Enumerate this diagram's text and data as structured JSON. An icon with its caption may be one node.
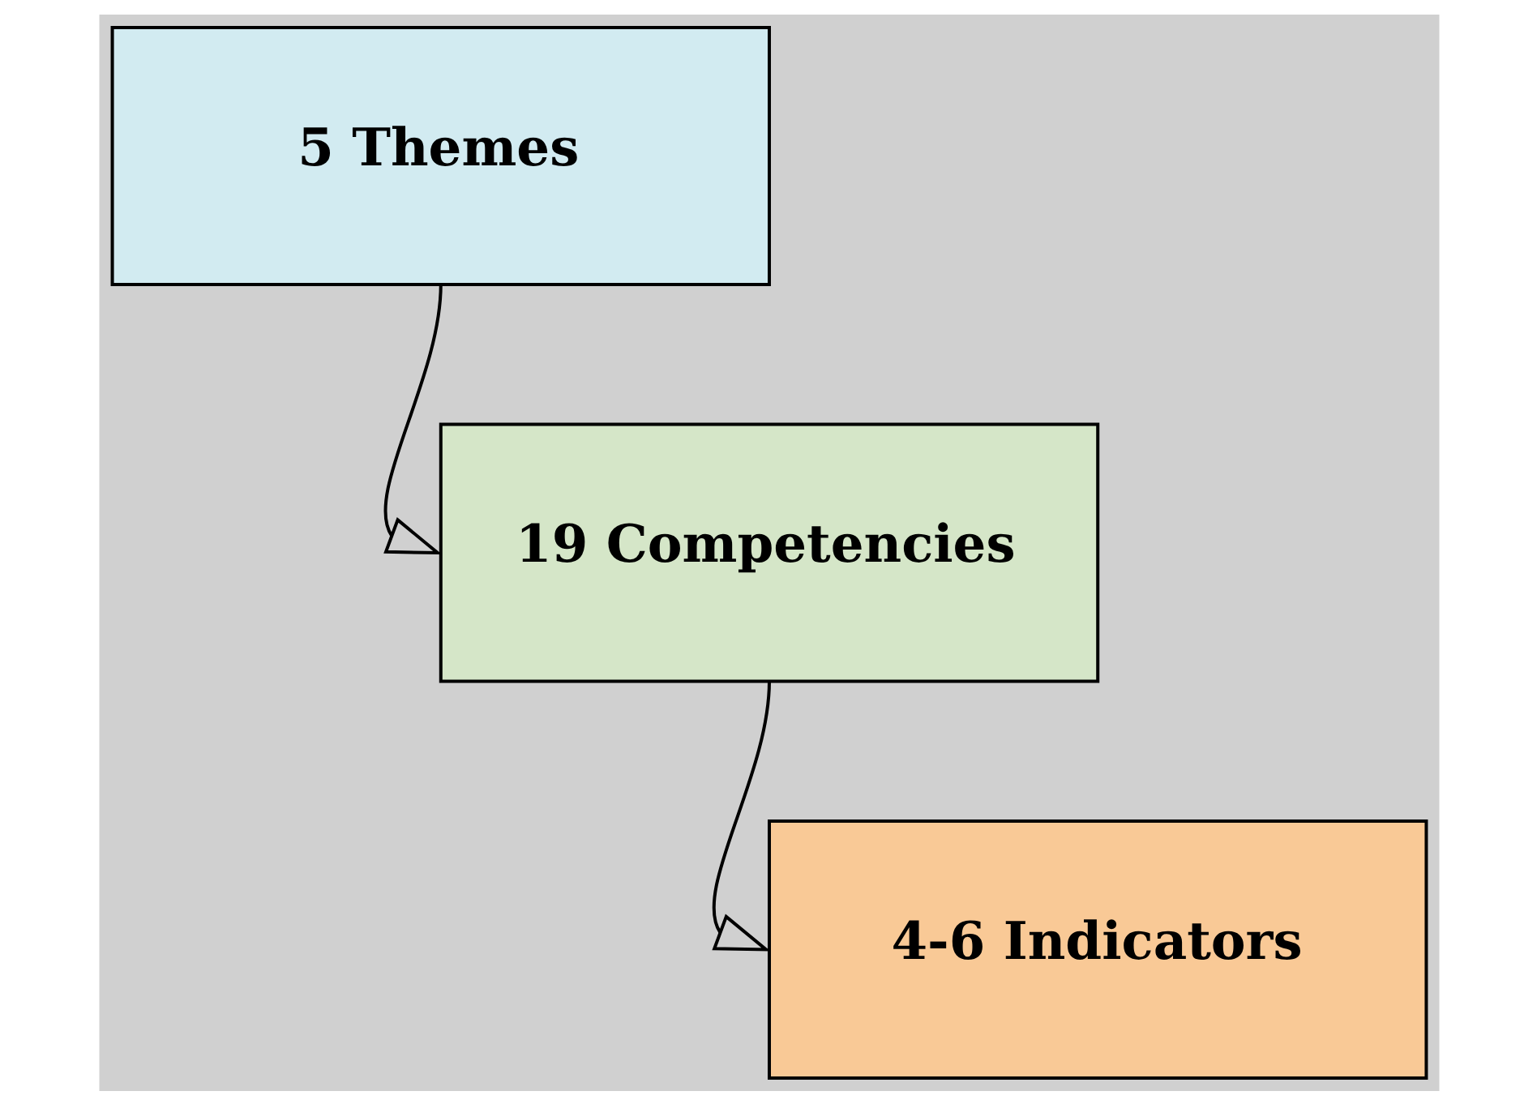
{
  "diagram": {
    "nodes": [
      {
        "text": [
          "5 Themes"
        ]
      },
      {
        "text": [
          "19 Competencies"
        ]
      },
      {
        "text": [
          "4-6 Indicators"
        ]
      }
    ],
    "edges": [
      {
        "from": 0,
        "to": 1,
        "arrow": "to"
      },
      {
        "from": 1,
        "to": 2,
        "arrow": "to"
      }
    ]
  }
}
